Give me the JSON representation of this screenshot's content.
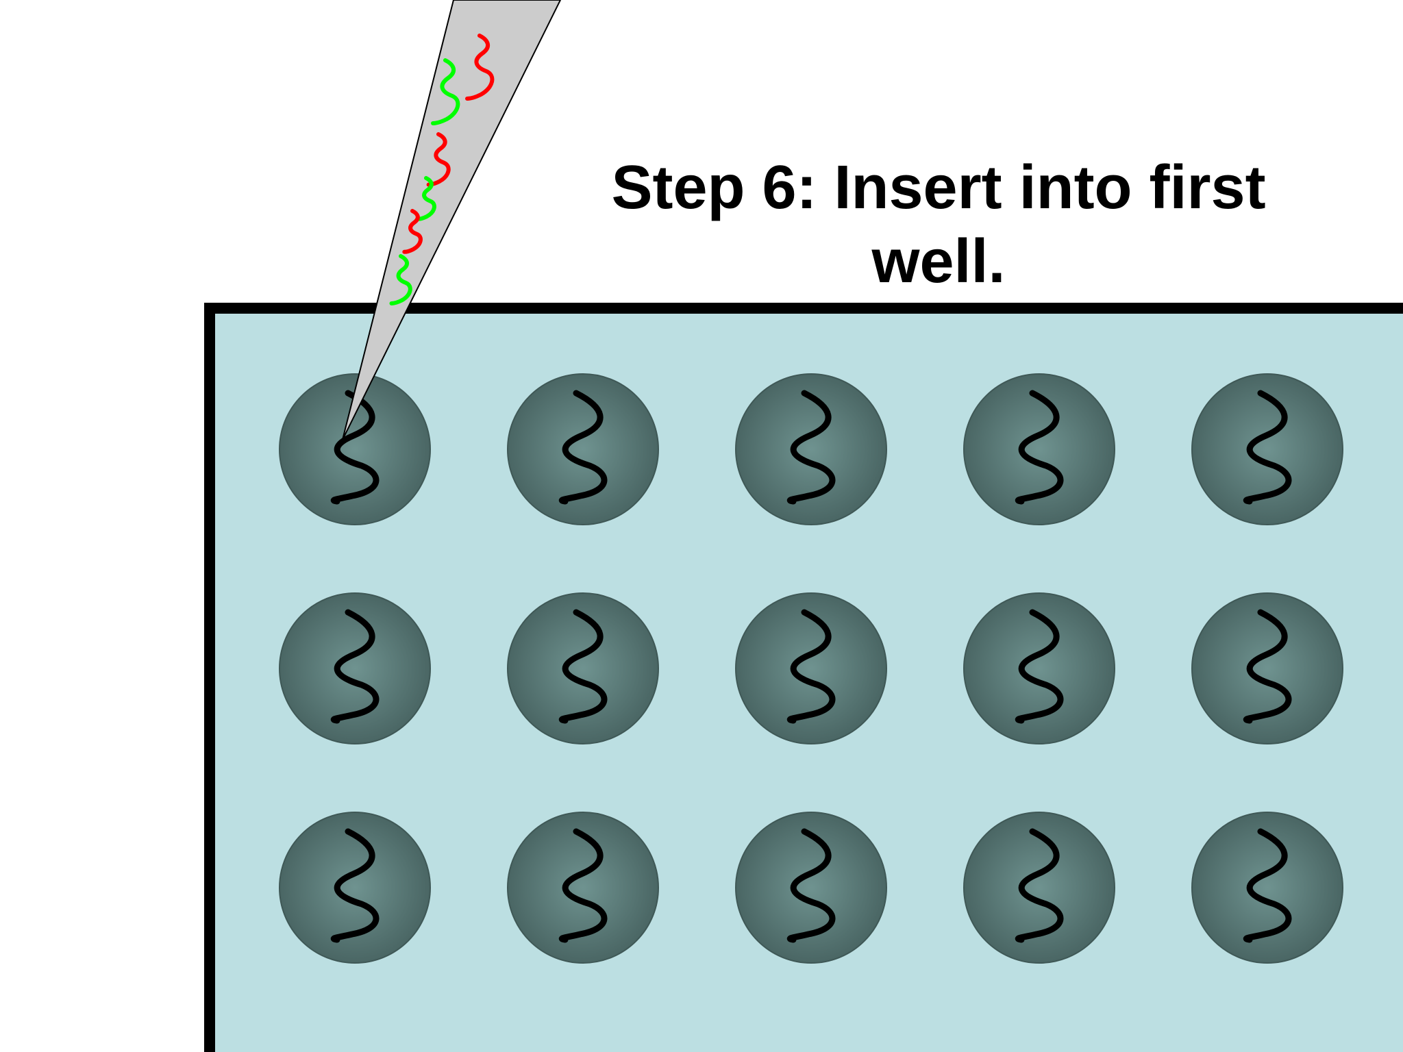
{
  "slide": {
    "title": "Step 6: Insert into first well."
  },
  "gel": {
    "well_rows": 3,
    "well_columns": 5,
    "fill_color": "#bcdfe2",
    "border_color": "#000000",
    "well_color": "#4f6c6a",
    "well_highlight_color": "#6f9390"
  },
  "pipette": {
    "tip_color": "#cccccc",
    "target_well": "row 1, column 1",
    "dna_fragment_colors": [
      "#ff0000",
      "#00ff00",
      "#ff0000",
      "#00ff00",
      "#ff0000",
      "#00ff00"
    ]
  },
  "dna": {
    "stroke_color": "#000000"
  }
}
